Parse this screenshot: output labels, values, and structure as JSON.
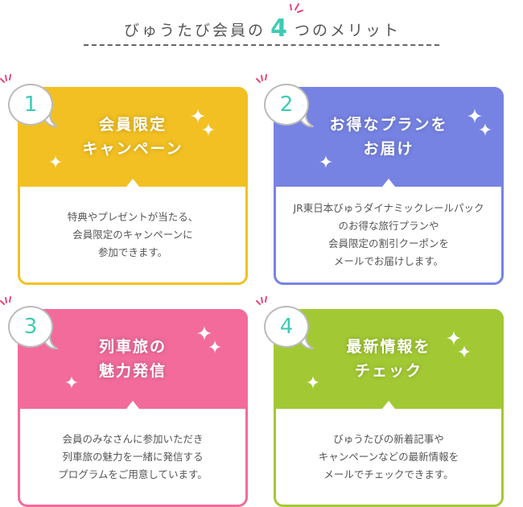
{
  "header": {
    "title_before": "びゅうたび会員の",
    "title_number": "4",
    "title_after": "つのメリット"
  },
  "colors": {
    "accent_number": "#3ecbb6",
    "card1": "#f2c022",
    "card2": "#7683e3",
    "card3": "#f26b9b",
    "card4": "#a2c934",
    "deco_pink": "#e8457f"
  },
  "cards": [
    {
      "number": "1",
      "title": "会員限定\nキャンペーン",
      "body": "特典やプレゼントが当たる、\n会員限定のキャンペーンに\n参加できます。"
    },
    {
      "number": "2",
      "title": "お得なプランを\nお届け",
      "body": "JR東日本びゅうダイナミックレールパック\nのお得な旅行プランや\n会員限定の割引クーポンを\nメールでお届けします。"
    },
    {
      "number": "3",
      "title": "列車旅の\n魅力発信",
      "body": "会員のみなさんに参加いただき\n列車旅の魅力を一緒に発信する\nプログラムをご用意しています。"
    },
    {
      "number": "4",
      "title": "最新情報を\nチェック",
      "body": "びゅうたびの新着記事や\nキャンペーンなどの最新情報を\nメールでチェックできます。"
    }
  ],
  "icons": {
    "sparkle": "sparkle-icon",
    "speech_bubble": "speech-bubble-icon",
    "emphasis_lines": "emphasis-lines-icon"
  }
}
